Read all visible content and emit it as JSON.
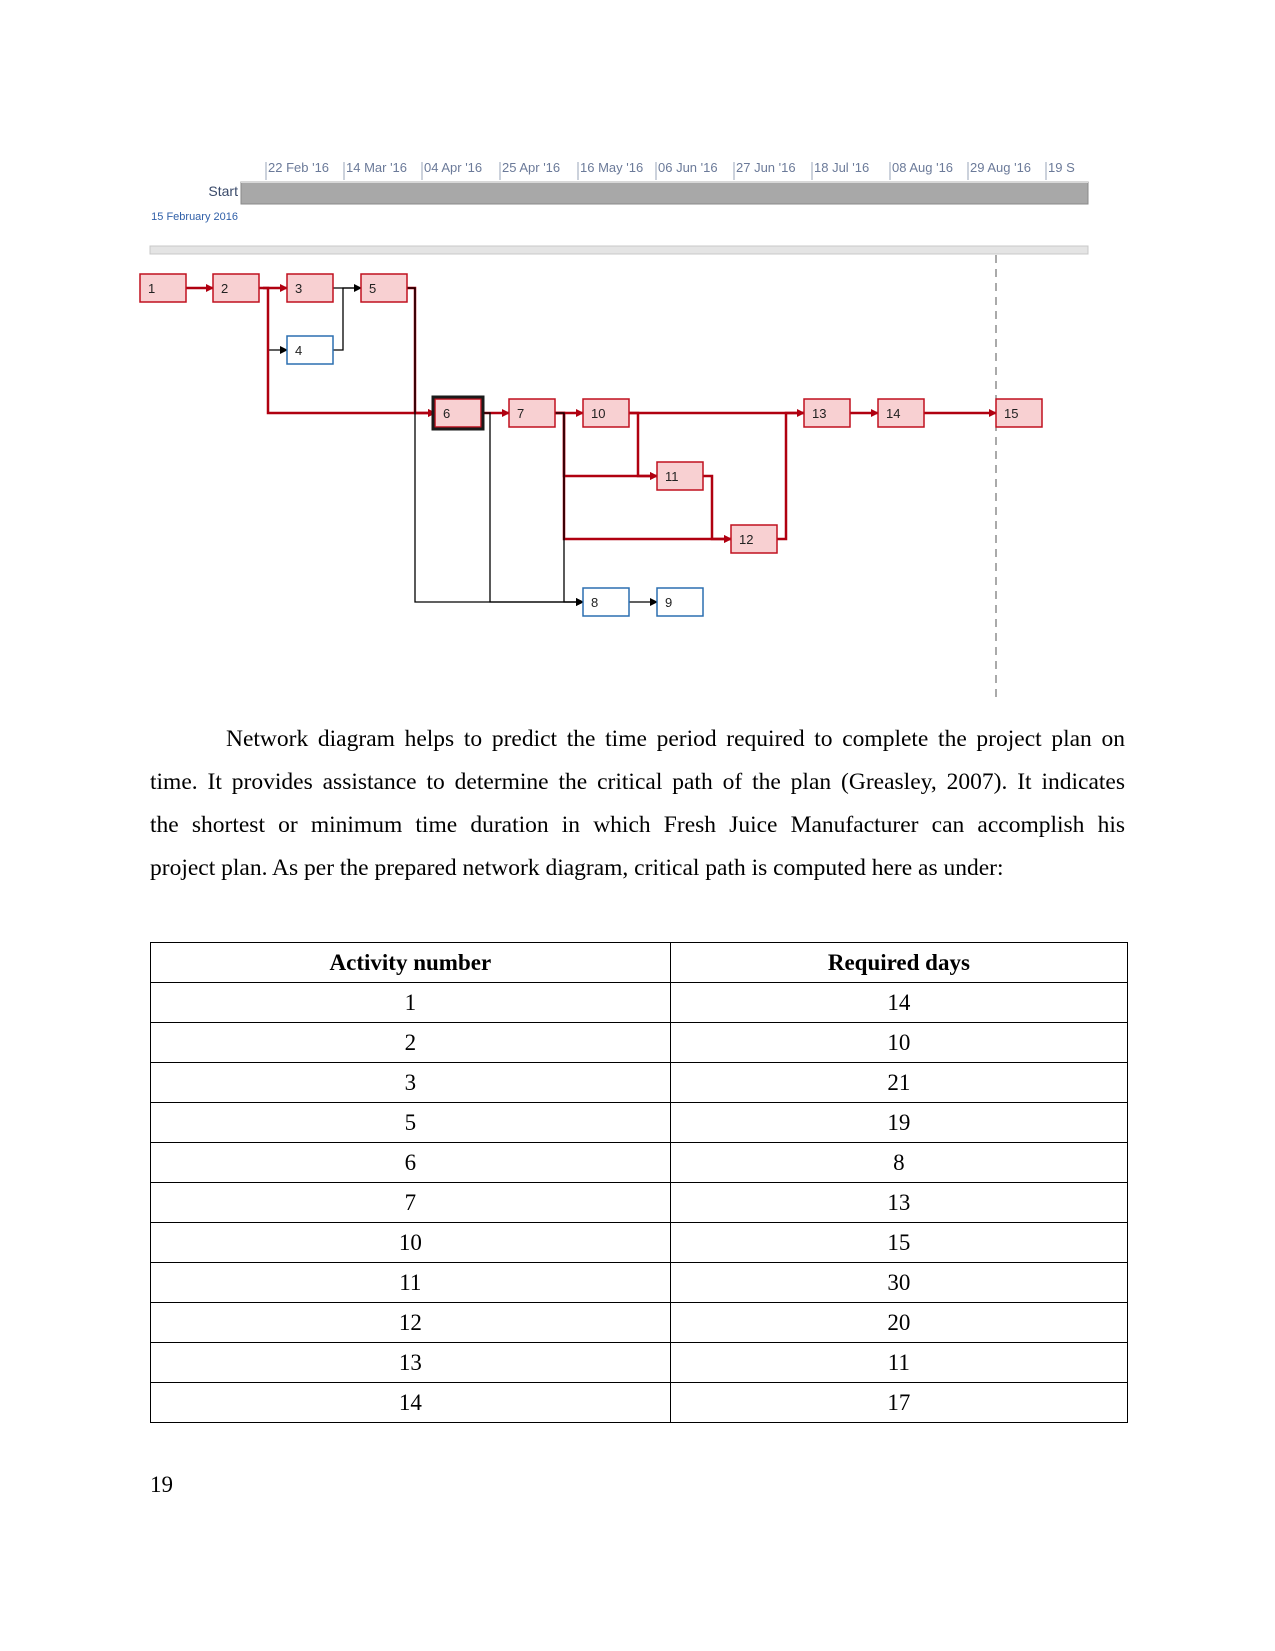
{
  "timeline": {
    "dates": [
      "22 Feb '16",
      "14 Mar '16",
      "04 Apr '16",
      "25 Apr '16",
      "16 May '16",
      "06 Jun '16",
      "27 Jun '16",
      "18 Jul '16",
      "08 Aug '16",
      "29 Aug '16",
      "19 S"
    ],
    "start_label": "Start",
    "start_date": "15 February 2016"
  },
  "network": {
    "nodes": [
      {
        "id": "1",
        "critical": true
      },
      {
        "id": "2",
        "critical": true
      },
      {
        "id": "3",
        "critical": true
      },
      {
        "id": "4",
        "critical": false
      },
      {
        "id": "5",
        "critical": true
      },
      {
        "id": "6",
        "critical": true,
        "selected": true
      },
      {
        "id": "7",
        "critical": true
      },
      {
        "id": "8",
        "critical": false
      },
      {
        "id": "9",
        "critical": false
      },
      {
        "id": "10",
        "critical": true
      },
      {
        "id": "11",
        "critical": true
      },
      {
        "id": "12",
        "critical": true
      },
      {
        "id": "13",
        "critical": true
      },
      {
        "id": "14",
        "critical": true
      },
      {
        "id": "15",
        "critical": true
      }
    ],
    "colors": {
      "critical_fill": "#f8d0d2",
      "critical_border": "#c0101f",
      "normal_fill": "#ffffff",
      "normal_border": "#2b6fb0",
      "critical_line": "#b00010",
      "normal_line": "#000000"
    }
  },
  "paragraph": {
    "lines": [
      "Network diagram helps to predict the time period required to complete the project plan on",
      "time. It provides assistance to determine the critical path of the plan (Greasley, 2007). It indicates",
      "the shortest or minimum time duration in which Fresh Juice Manufacturer can accomplish his",
      "project plan. As per the prepared network diagram, critical path is computed here as under:"
    ]
  },
  "table": {
    "headers": [
      "Activity number",
      "Required days"
    ],
    "rows": [
      [
        "1",
        "14"
      ],
      [
        "2",
        "10"
      ],
      [
        "3",
        "21"
      ],
      [
        "5",
        "19"
      ],
      [
        "6",
        "8"
      ],
      [
        "7",
        "13"
      ],
      [
        "10",
        "15"
      ],
      [
        "11",
        "30"
      ],
      [
        "12",
        "20"
      ],
      [
        "13",
        "11"
      ],
      [
        "14",
        "17"
      ]
    ]
  },
  "page_number": "19"
}
